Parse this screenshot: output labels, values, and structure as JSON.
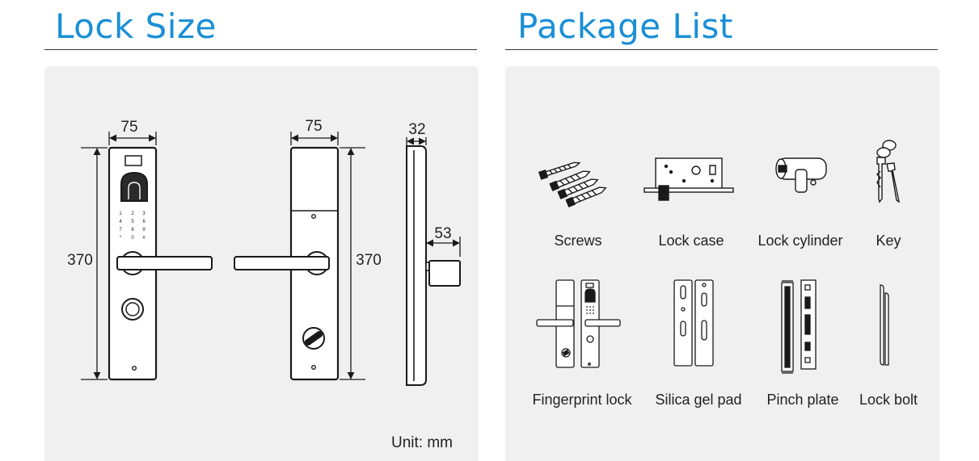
{
  "lock_size": {
    "title": "Lock Size",
    "unit_label": "Unit: mm",
    "dimensions": {
      "front_width": "75",
      "front_height": "370",
      "back_width": "75",
      "back_height": "370",
      "side_thickness": "32",
      "side_projection": "53"
    },
    "keypad_keys": [
      "1",
      "2",
      "3",
      "4",
      "5",
      "6",
      "7",
      "8",
      "9",
      "*",
      "0",
      "#"
    ]
  },
  "package_list": {
    "title": "Package List",
    "items": [
      {
        "label": "Screws"
      },
      {
        "label": "Lock case"
      },
      {
        "label": "Lock cylinder"
      },
      {
        "label": "Key"
      },
      {
        "label": "Fingerprint lock"
      },
      {
        "label": "Silica gel pad"
      },
      {
        "label": "Pinch plate"
      },
      {
        "label": "Lock bolt"
      }
    ]
  },
  "colors": {
    "title": "#1a8fd6",
    "panel": "#f0f0f0",
    "line": "#1a1a1a"
  }
}
